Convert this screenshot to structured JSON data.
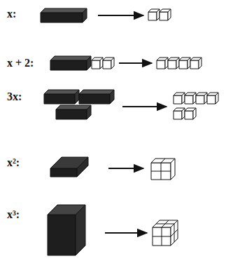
{
  "diagram": {
    "labels": [
      "x:",
      "x + 2:",
      "3x:",
      "x²:",
      "x³:"
    ]
  }
}
